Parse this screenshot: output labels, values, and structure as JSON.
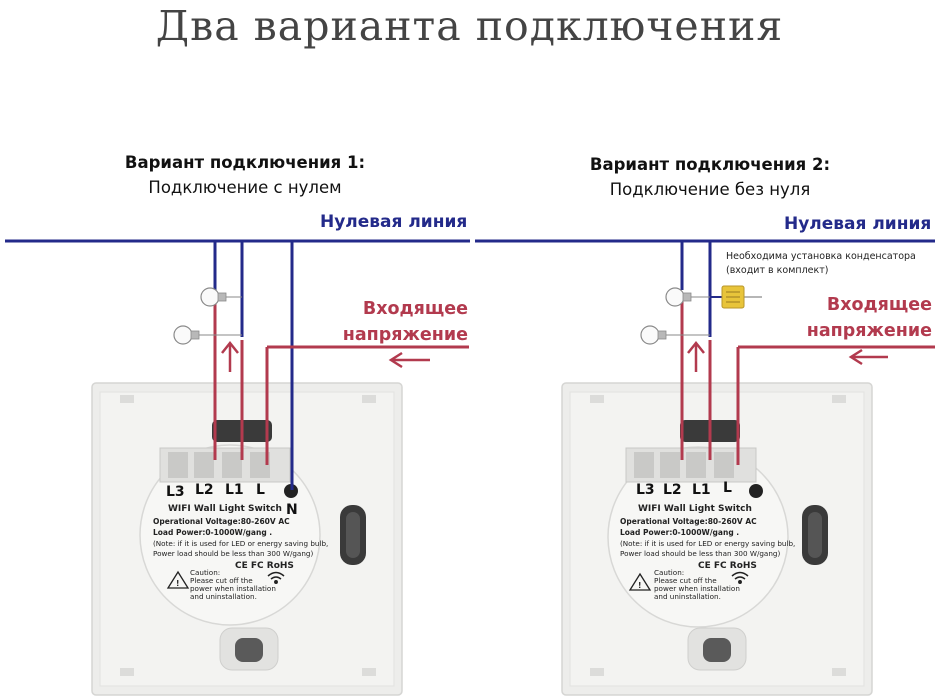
{
  "title": "Два варианта подключения",
  "panels": [
    {
      "heading_bold": "Вариант подключения 1:",
      "heading_sub": "Подключение с нулем",
      "neutral_label": "Нулевая линия",
      "voltage_label_1": "Входящее",
      "voltage_label_2": "напряжение",
      "terminals": [
        "L3",
        "L2",
        "L1",
        "L",
        "N"
      ],
      "device_name": "WIFI Wall Light Switch",
      "spec_voltage": "Operational Voltage:80-260V AC",
      "spec_load": "Load Power:0-1000W/gang .",
      "note_1": "(Note: if it is used for LED or energy saving bulb,",
      "note_2": "Power load should be less than 300 W/gang)",
      "cert": "CE FC RoHS",
      "caution_1": "Caution:",
      "caution_2": "Please cut off the",
      "caution_3": "power when installation",
      "caution_4": "and uninstallation."
    },
    {
      "heading_bold": "Вариант подключения 2:",
      "heading_sub": "Подключение без нуля",
      "neutral_label": "Нулевая линия",
      "voltage_label_1": "Входящее",
      "voltage_label_2": "напряжение",
      "capacitor_note_1": "Необходима установка конденсатора",
      "capacitor_note_2": "(входит в комплект)",
      "terminals": [
        "L3",
        "L2",
        "L1",
        "L"
      ],
      "device_name": "WIFI Wall Light Switch",
      "spec_voltage": "Operational Voltage:80-260V AC",
      "spec_load": "Load Power:0-1000W/gang .",
      "note_1": "(Note: if it is used for LED or energy saving bulb,",
      "note_2": "Power load should be less than 300 W/gang)",
      "cert": "CE FC RoHS",
      "caution_1": "Caution:",
      "caution_2": "Please cut off the",
      "caution_3": "power when installation",
      "caution_4": "and uninstallation."
    }
  ],
  "colors": {
    "neutral": "#232a8a",
    "live": "#b23a4e",
    "plate": "#ececea",
    "module": "#f6f6f4"
  }
}
